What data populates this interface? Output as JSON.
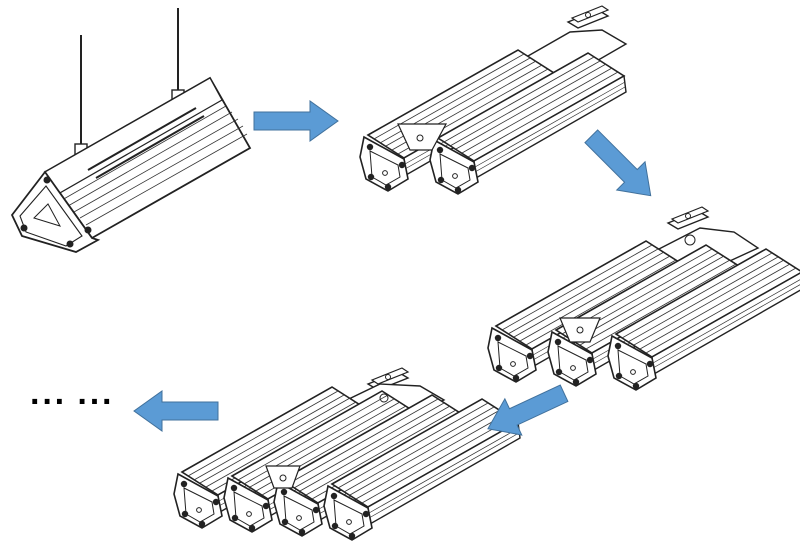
{
  "trailing_text": "··· ···",
  "colors": {
    "arrow": "#5b9bd5",
    "line": "#222222",
    "fill": "#ffffff"
  },
  "fixtures": [
    {
      "modules": 1,
      "mount": "pendant"
    },
    {
      "modules": 2,
      "mount": "bracket"
    },
    {
      "modules": 3,
      "mount": "bracket"
    },
    {
      "modules": 4,
      "mount": "bracket"
    }
  ],
  "arrows": [
    {
      "from": 1,
      "to": 2,
      "direction": "right"
    },
    {
      "from": 2,
      "to": 3,
      "direction": "down-right"
    },
    {
      "from": 3,
      "to": 4,
      "direction": "down-left"
    },
    {
      "from": 4,
      "to": "more",
      "direction": "left"
    }
  ]
}
